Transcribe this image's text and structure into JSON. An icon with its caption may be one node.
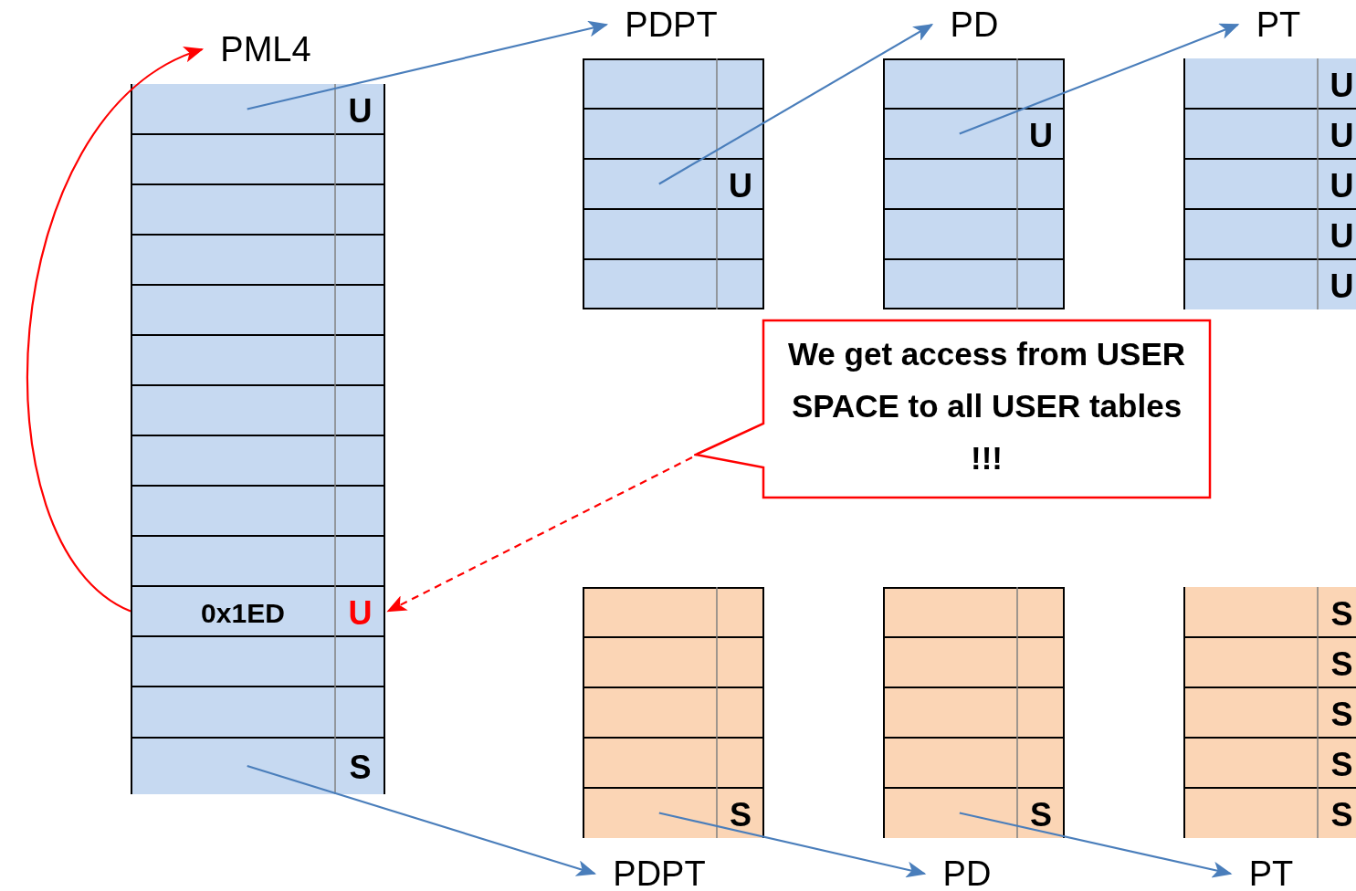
{
  "diagram": {
    "nodes": [
      {
        "text": [
          "PML4"
        ]
      },
      {
        "text": [
          "U"
        ],
        "in": 0
      },
      {
        "text": [
          "0x1ED",
          "U"
        ],
        "in": 0
      },
      {
        "text": [
          "S"
        ],
        "in": 0
      },
      {
        "text": [
          "PDPT"
        ]
      },
      {
        "text": [
          "U"
        ],
        "in": 4
      },
      {
        "text": [
          "PD"
        ]
      },
      {
        "text": [
          "U"
        ],
        "in": 6
      },
      {
        "text": [
          "PT"
        ]
      },
      {
        "text": [
          "U"
        ],
        "in": 8
      },
      {
        "text": [
          "U"
        ],
        "in": 8
      },
      {
        "text": [
          "U"
        ],
        "in": 8
      },
      {
        "text": [
          "U"
        ],
        "in": 8
      },
      {
        "text": [
          "U"
        ],
        "in": 8
      },
      {
        "text": [
          "We get access from USER SPACE to all USER tables !!!"
        ]
      },
      {
        "text": [
          "PDPT"
        ]
      },
      {
        "text": [
          "S"
        ],
        "in": 15
      },
      {
        "text": [
          "PD"
        ]
      },
      {
        "text": [
          "S"
        ],
        "in": 17
      },
      {
        "text": [
          "PT"
        ]
      },
      {
        "text": [
          "S"
        ],
        "in": 19
      },
      {
        "text": [
          "S"
        ],
        "in": 19
      },
      {
        "text": [
          "S"
        ],
        "in": 19
      },
      {
        "text": [
          "S"
        ],
        "in": 19
      },
      {
        "text": [
          "S"
        ],
        "in": 19
      }
    ],
    "edges": [
      {
        "from": 1,
        "to": 4,
        "arrow": "to"
      },
      {
        "from": 5,
        "to": 6,
        "arrow": "to"
      },
      {
        "from": 7,
        "to": 8,
        "arrow": "to"
      },
      {
        "from": 2,
        "to": 0,
        "arrow": "to",
        "color": "#ff0000"
      },
      {
        "from": 14,
        "to": 2,
        "arrow": "to",
        "style": "dashed",
        "color": "#ff0000"
      },
      {
        "from": 3,
        "to": 15,
        "arrow": "to"
      },
      {
        "from": 16,
        "to": 17,
        "arrow": "to"
      },
      {
        "from": 18,
        "to": 19,
        "arrow": "to"
      }
    ]
  }
}
